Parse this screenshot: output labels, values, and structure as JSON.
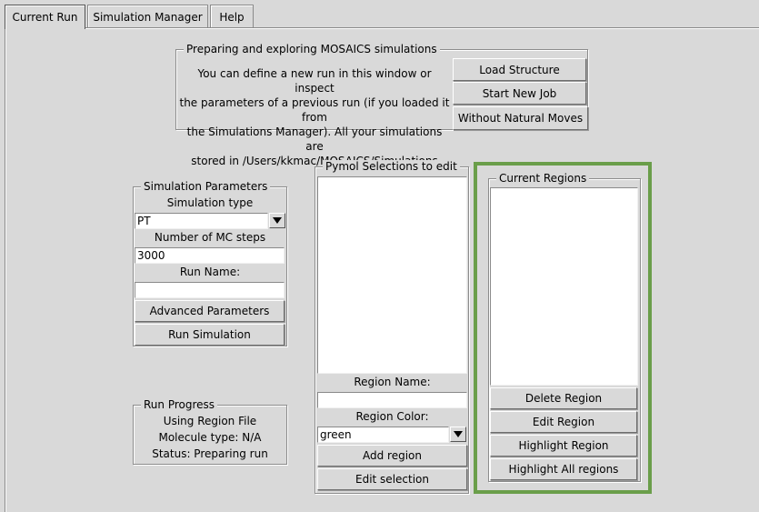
{
  "tabs": [
    {
      "label": "Current Run"
    },
    {
      "label": "Simulation Manager"
    },
    {
      "label": "Help"
    }
  ],
  "intro": {
    "legend": "Preparing and exploring MOSAICS simulations",
    "lines": [
      "You can define a new run in this window or inspect",
      "the parameters of a previous run (if you loaded it from",
      "the Simulations Manager). All your simulations are",
      "stored in /Users/kkmac/MOSAICS/Simulations"
    ],
    "load_structure_label": "Load Structure",
    "start_new_job_label": "Start New Job",
    "without_natural_moves_label": "Without Natural Moves"
  },
  "sim_params": {
    "legend": "Simulation Parameters",
    "type_label": "Simulation type",
    "type_value": "PT",
    "mc_steps_label": "Number of MC steps",
    "mc_steps_value": "3000",
    "run_name_label": "Run Name:",
    "run_name_value": "",
    "advanced_label": "Advanced Parameters",
    "run_label": "Run Simulation"
  },
  "progress": {
    "legend": "Run Progress",
    "region_file": "Using Region File",
    "molecule_type": "Molecule type: N/A",
    "status": "Status: Preparing run"
  },
  "pymol": {
    "legend": "Pymol Selections to edit",
    "region_name_label": "Region Name:",
    "region_name_value": "",
    "region_color_label": "Region Color:",
    "region_color_value": "green",
    "add_region_label": "Add region",
    "edit_selection_label": "Edit selection"
  },
  "regions": {
    "legend": "Current Regions",
    "delete_label": "Delete Region",
    "edit_label": "Edit Region",
    "highlight_label": "Highlight Region",
    "highlight_all_label": "Highlight All regions"
  },
  "colors": {
    "background": "#d9d9d9",
    "highlight_frame": "#6a9e4a"
  }
}
